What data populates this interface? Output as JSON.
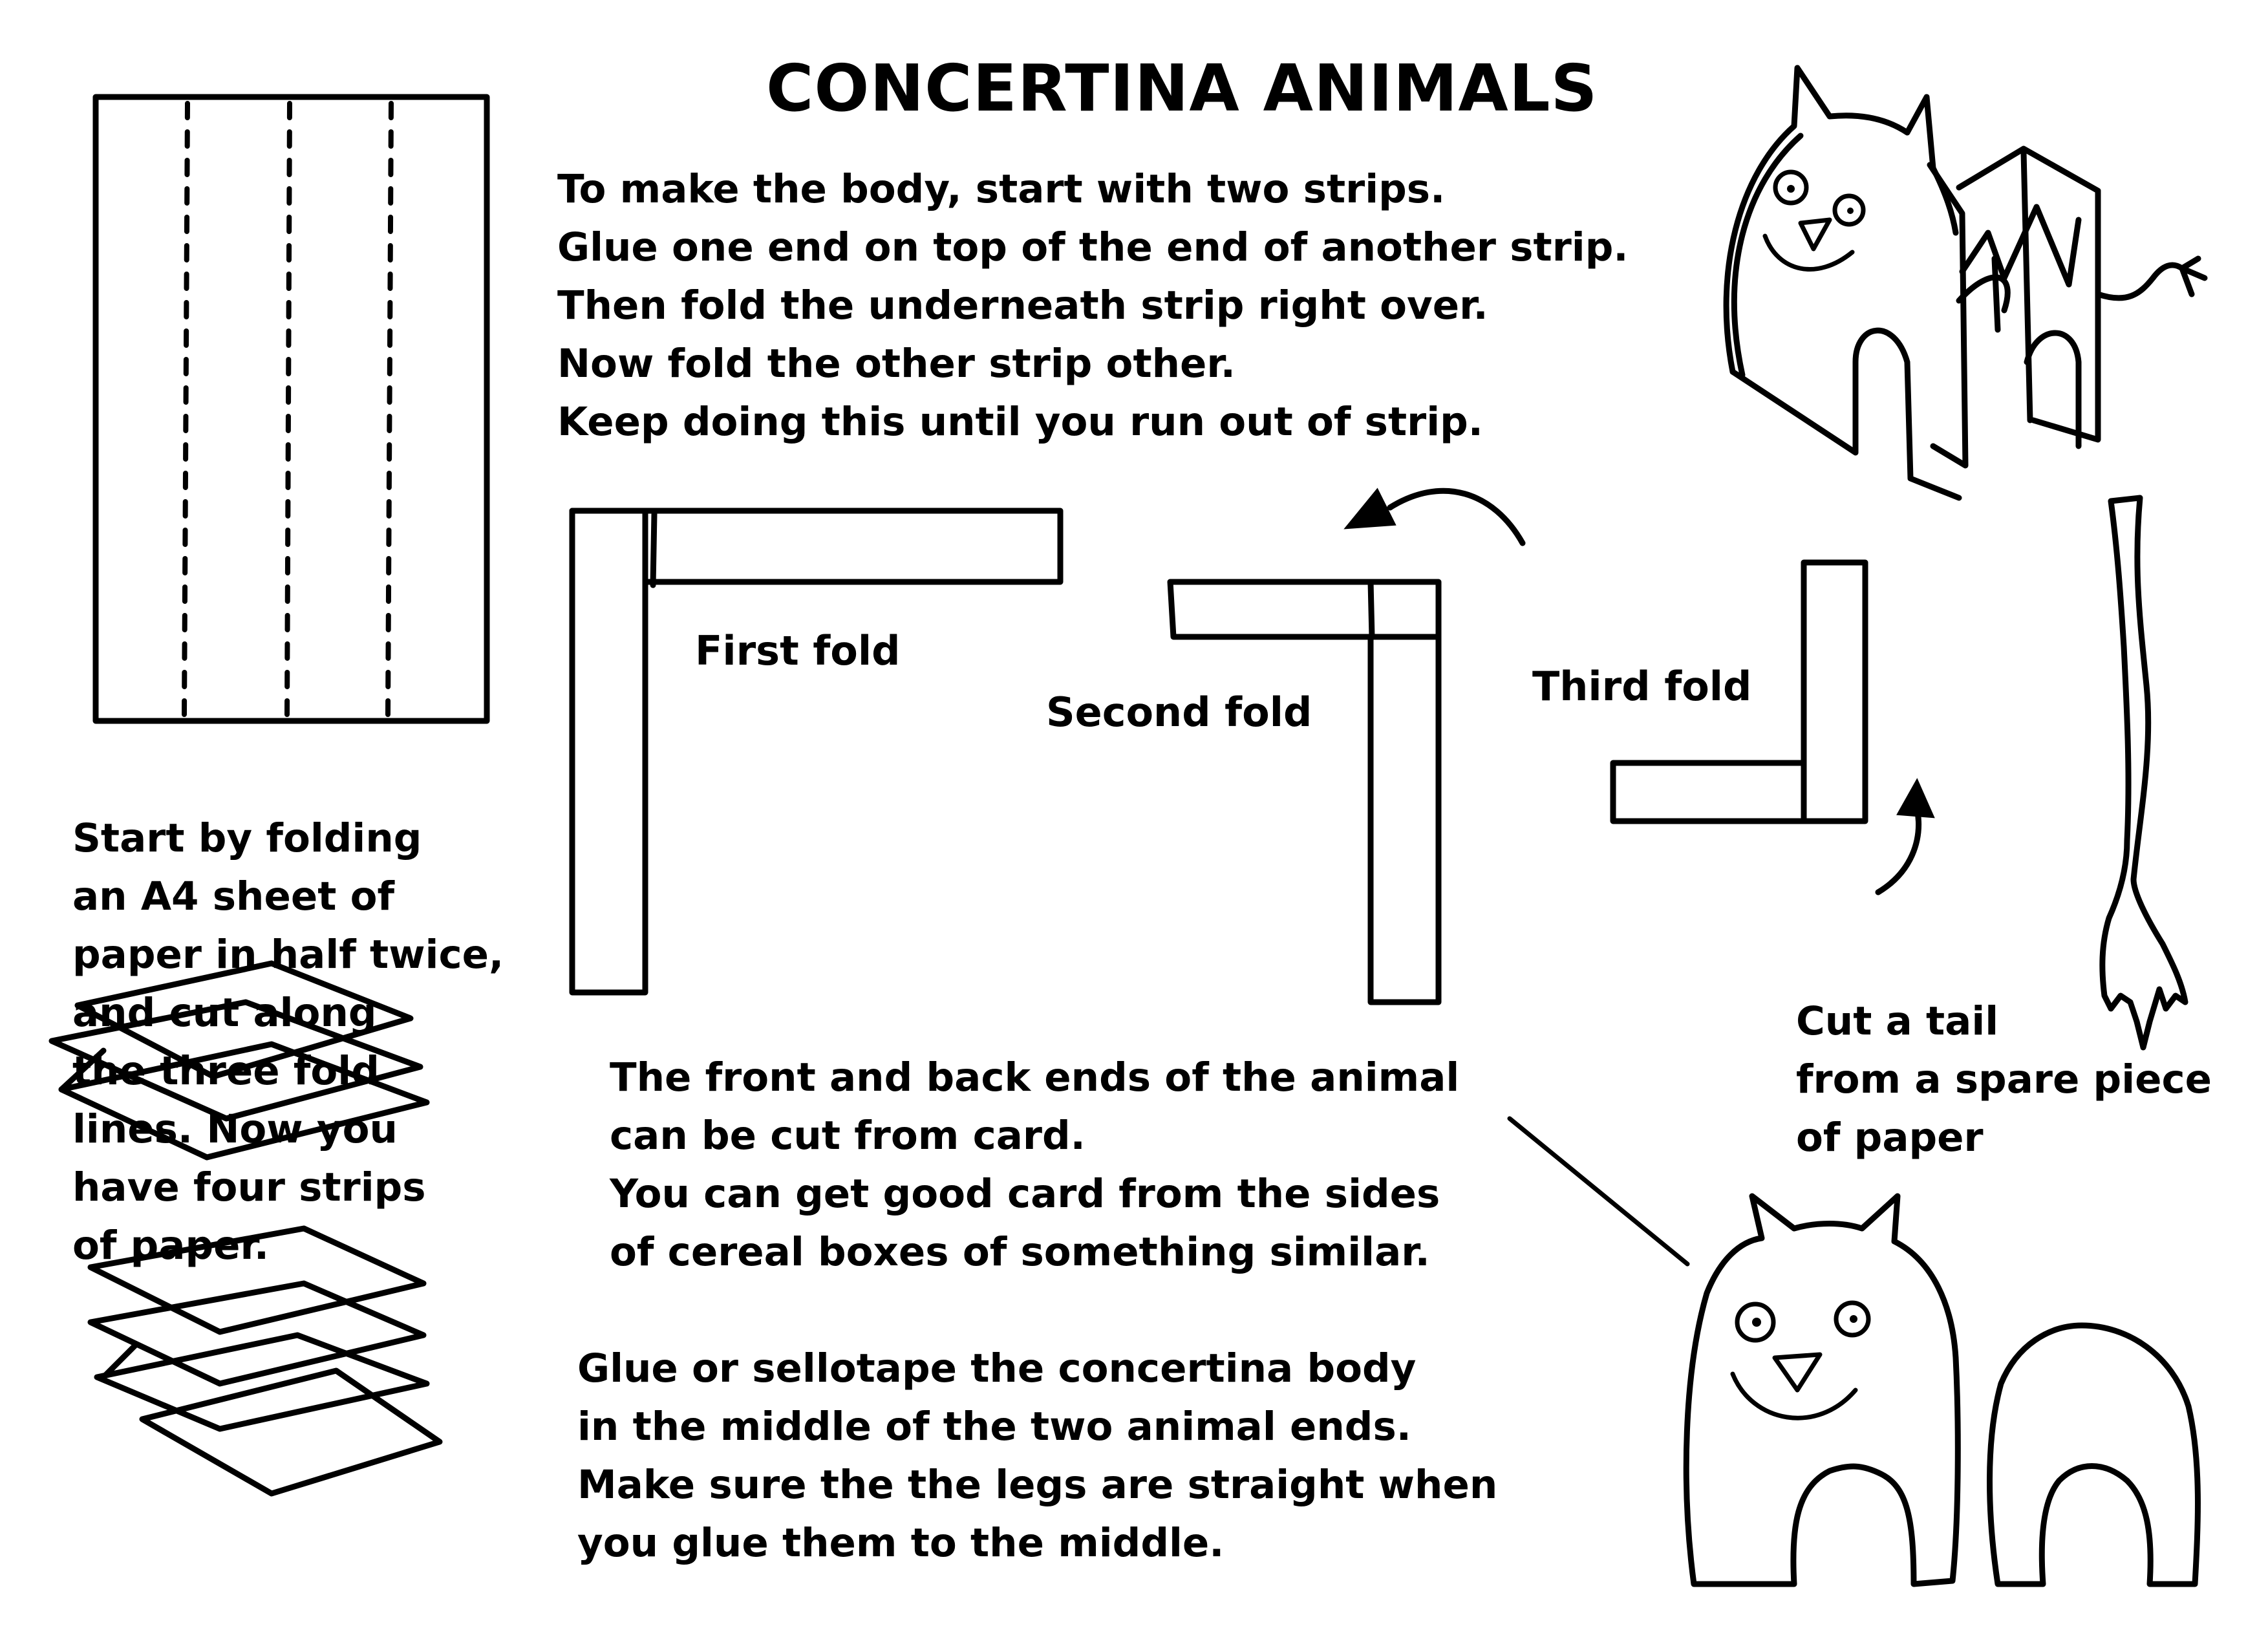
{
  "title": "CONCERTINA ANIMALS",
  "intro_lines": [
    "To make the body, start with two strips.",
    "Glue one end on top of the end of another strip.",
    "Then fold the underneath strip right over.",
    "Now fold the other strip other.",
    "Keep doing this until you run out of strip."
  ],
  "fold_labels": {
    "first": "First fold",
    "second": "Second fold",
    "third": "Third fold"
  },
  "start_lines": [
    "Start by folding",
    "an A4 sheet of",
    "paper in half twice,",
    "and cut along",
    "the three fold",
    "lines. Now you",
    "have four strips",
    "of paper."
  ],
  "tail_lines": [
    "Cut a tail",
    "from a spare piece",
    "of paper"
  ],
  "ends_lines": [
    "The front and back ends of the animal",
    "can be cut from card.",
    "You can get good card from the sides",
    "of cereal boxes of something similar."
  ],
  "glue_lines": [
    "Glue or sellotape the concertina body",
    "in the middle of the two animal ends.",
    "Make sure the the legs are straight when",
    "you glue them to the middle."
  ]
}
